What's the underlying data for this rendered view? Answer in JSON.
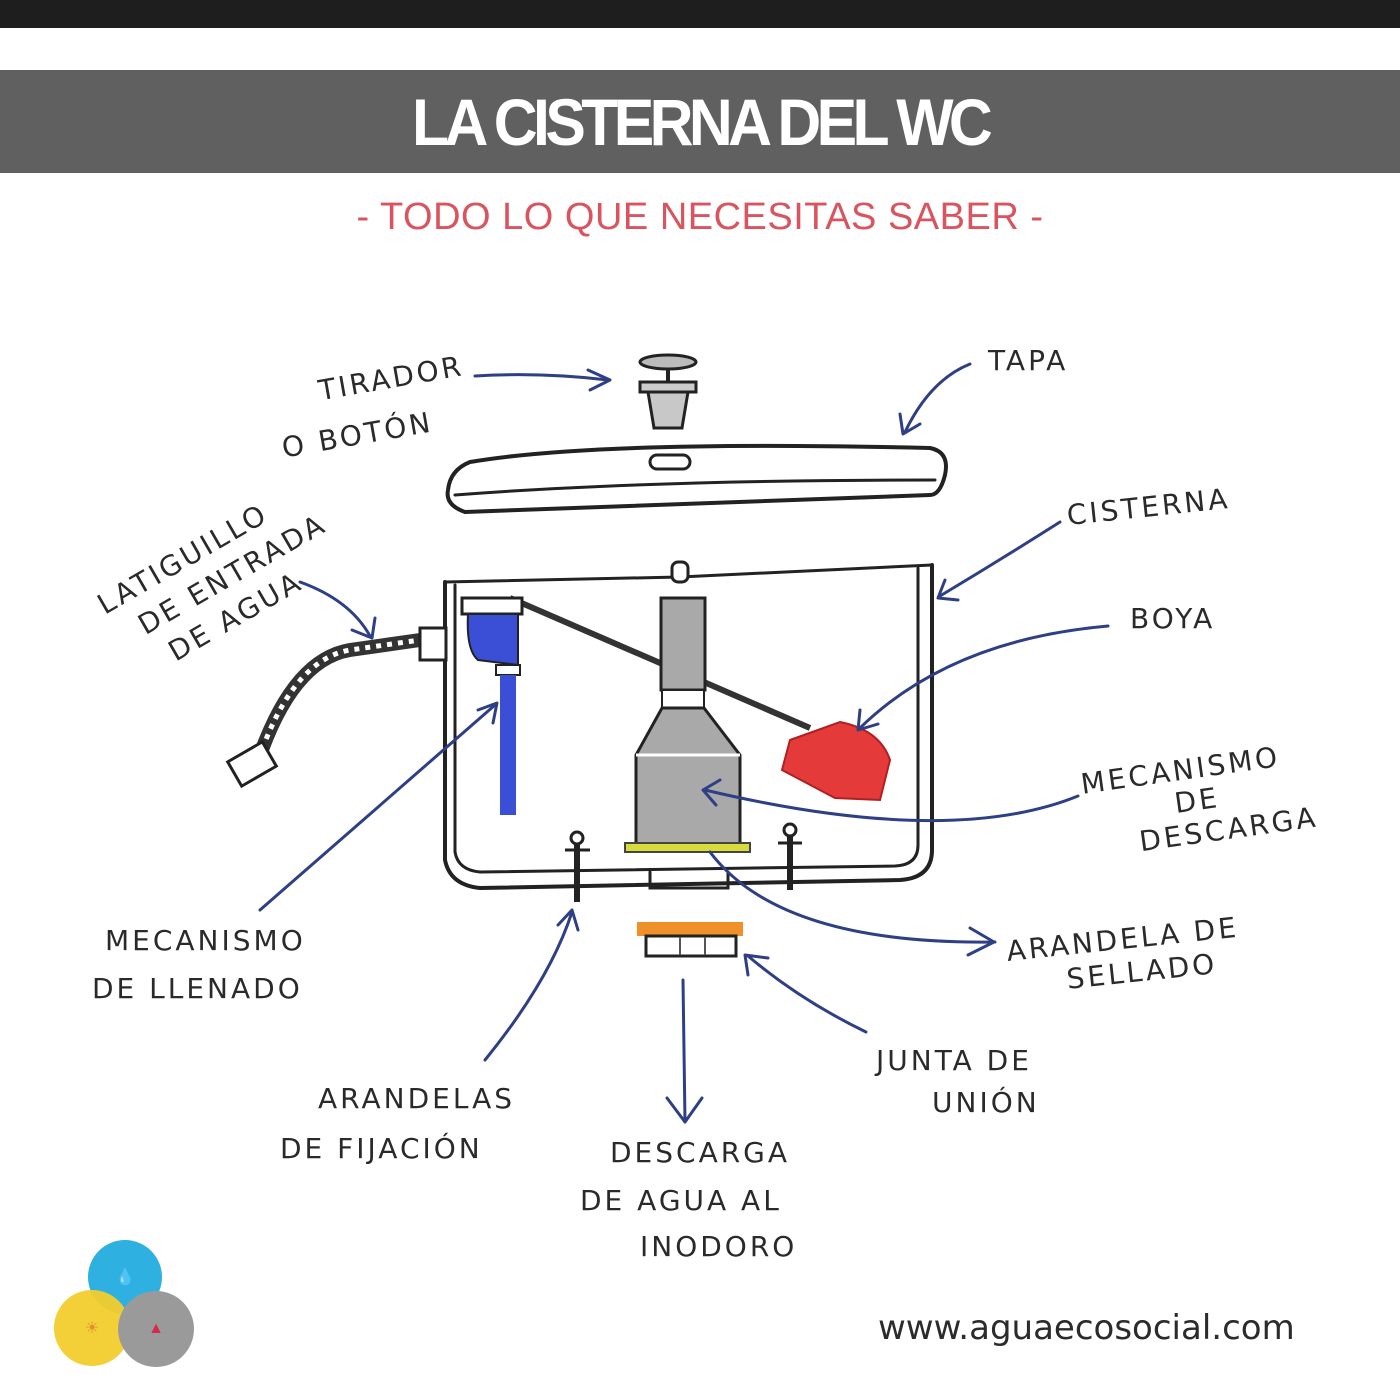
{
  "header": {
    "title": "LA CISTERNA DEL WC",
    "subtitle": "- TODO LO QUE NECESITAS SABER -"
  },
  "labels": {
    "tirador": [
      "TIRADOR",
      "O BOTÓN"
    ],
    "tapa": [
      "TAPA"
    ],
    "cisterna": [
      "CISTERNA"
    ],
    "boya": [
      "BOYA"
    ],
    "latiguillo": [
      "LATIGUILLO",
      "DE ENTRADA",
      "DE AGUA"
    ],
    "mecanismo_descarga": [
      "MECANISMO",
      "DE",
      "DESCARGA"
    ],
    "arandela_sellado": [
      "ARANDELA DE",
      "SELLADO"
    ],
    "mecanismo_llenado": [
      "MECANISMO",
      "DE LLENADO"
    ],
    "arandelas_fijacion": [
      "ARANDELAS",
      "DE FIJACIÓN"
    ],
    "junta_union": [
      "JUNTA DE",
      "UNIÓN"
    ],
    "descarga_agua": [
      "DESCARGA",
      "DE AGUA AL",
      "INODORO"
    ]
  },
  "colors": {
    "banner": "#606060",
    "subtitle": "#d9545e",
    "arrow": "#2e3f85",
    "fill_valve": "#3b4fd6",
    "float": "#e43a3a",
    "flush_valve": "#a9a9a9",
    "seal_washer": "#d8dc3a",
    "union_joint": "#f0902a"
  },
  "footer": {
    "url": "www.aguaecosocial.com",
    "logo_icons": [
      "water-drop-icon",
      "sun-icon",
      "person-icon"
    ]
  }
}
